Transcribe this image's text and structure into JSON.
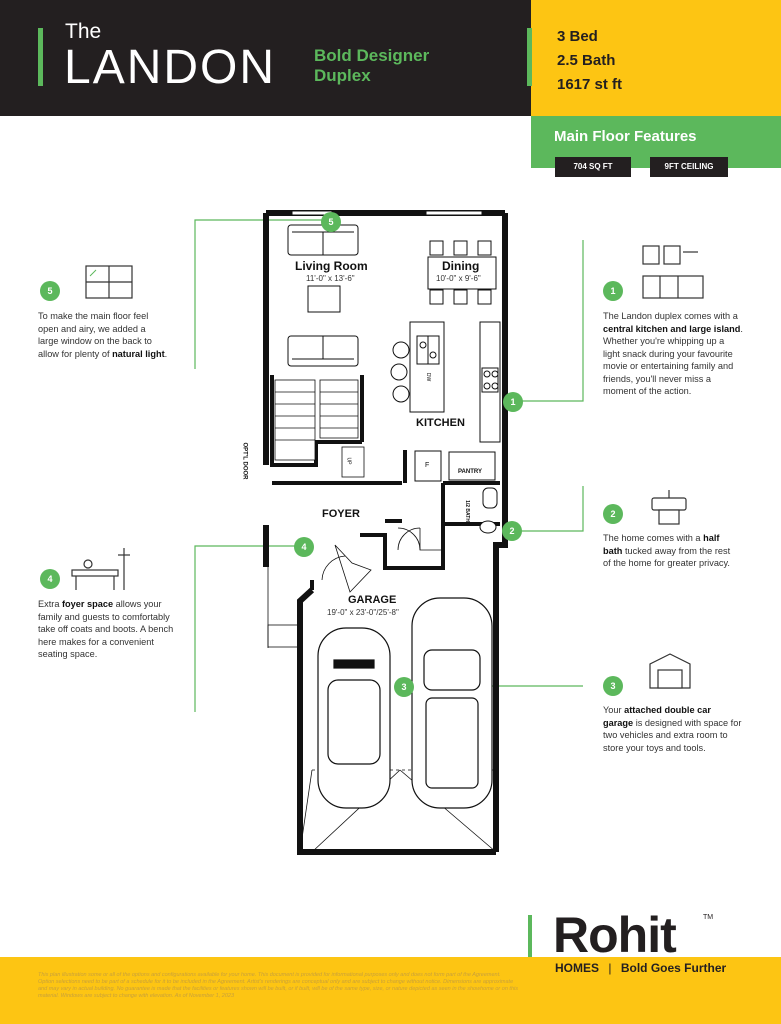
{
  "header": {
    "the": "The",
    "model": "LANDON",
    "tagline_1": "Bold Designer",
    "tagline_2": "Duplex"
  },
  "specs": {
    "beds": "3 Bed",
    "baths": "2.5 Bath",
    "area": "1617 st ft"
  },
  "features": {
    "title": "Main Floor Features",
    "sqft": "704 SQ FT",
    "ceiling": "9FT CEILING"
  },
  "rooms": {
    "living_name": "Living Room",
    "living_size": "11'-0\" x 13'-6\"",
    "dining_name": "Dining",
    "dining_size": "10'-0\" x 9'-6\"",
    "kitchen": "KITCHEN",
    "pantry": "PANTRY",
    "foyer": "FOYER",
    "garage_name": "GARAGE",
    "garage_size": "19'-0\" x 23'-0\"/25'-8\"",
    "optl_door": "OPT'L DOOR",
    "dw": "DW",
    "half_bath": "1/2 BATH",
    "fridge": "F",
    "up": "UP"
  },
  "callouts": {
    "c1": {
      "num": "1",
      "pre": "The Landon duplex comes with a ",
      "bold1": "central kitchen and large island",
      "post": ". Whether you're whipping up a light snack during your favourite movie or entertaining family and friends, you'll never miss a moment of the action."
    },
    "c2": {
      "num": "2",
      "pre": "The home comes with a ",
      "bold1": "half bath",
      "post": " tucked away from the rest of the home for greater privacy."
    },
    "c3": {
      "num": "3",
      "pre": "Your ",
      "bold1": "attached double car garage",
      "post": " is designed with space for two vehicles and extra room to store your toys and tools."
    },
    "c4": {
      "num": "4",
      "pre": "Extra ",
      "bold1": "foyer space",
      "post": " allows your family and guests to comfortably take off coats and boots. A bench here makes for a convenient seating space."
    },
    "c5": {
      "num": "5",
      "pre": "To make the main floor feel open and airy, we added a large window on the back to allow for plenty of ",
      "bold1": "natural light",
      "post": "."
    }
  },
  "brand": {
    "logo": "Rohit",
    "tm": "TM",
    "homes": "HOMES",
    "separator": "|",
    "slogan": "Bold Goes Further"
  },
  "disclaimer": "This plan illustration some or all of the options and configurations available for your home. This document is provided for informational purposes only and does not form part of the Agreement. Option selections need to be part of a schedule for it to be included in the Agreement. Artist's renderings are conceptual only and are subject to change without notice. Dimensions are approximate and may vary in actual building. No guarantee is made that the facilities or features shown will be built, or if built, will be of the same type, size, or nature depicted as seen in the showhome or on this material. Windows are subject to change with elevation. As of November 1, 2023",
  "colors": {
    "dark": "#231f20",
    "yellow": "#fdc513",
    "green": "#5cb85c"
  }
}
